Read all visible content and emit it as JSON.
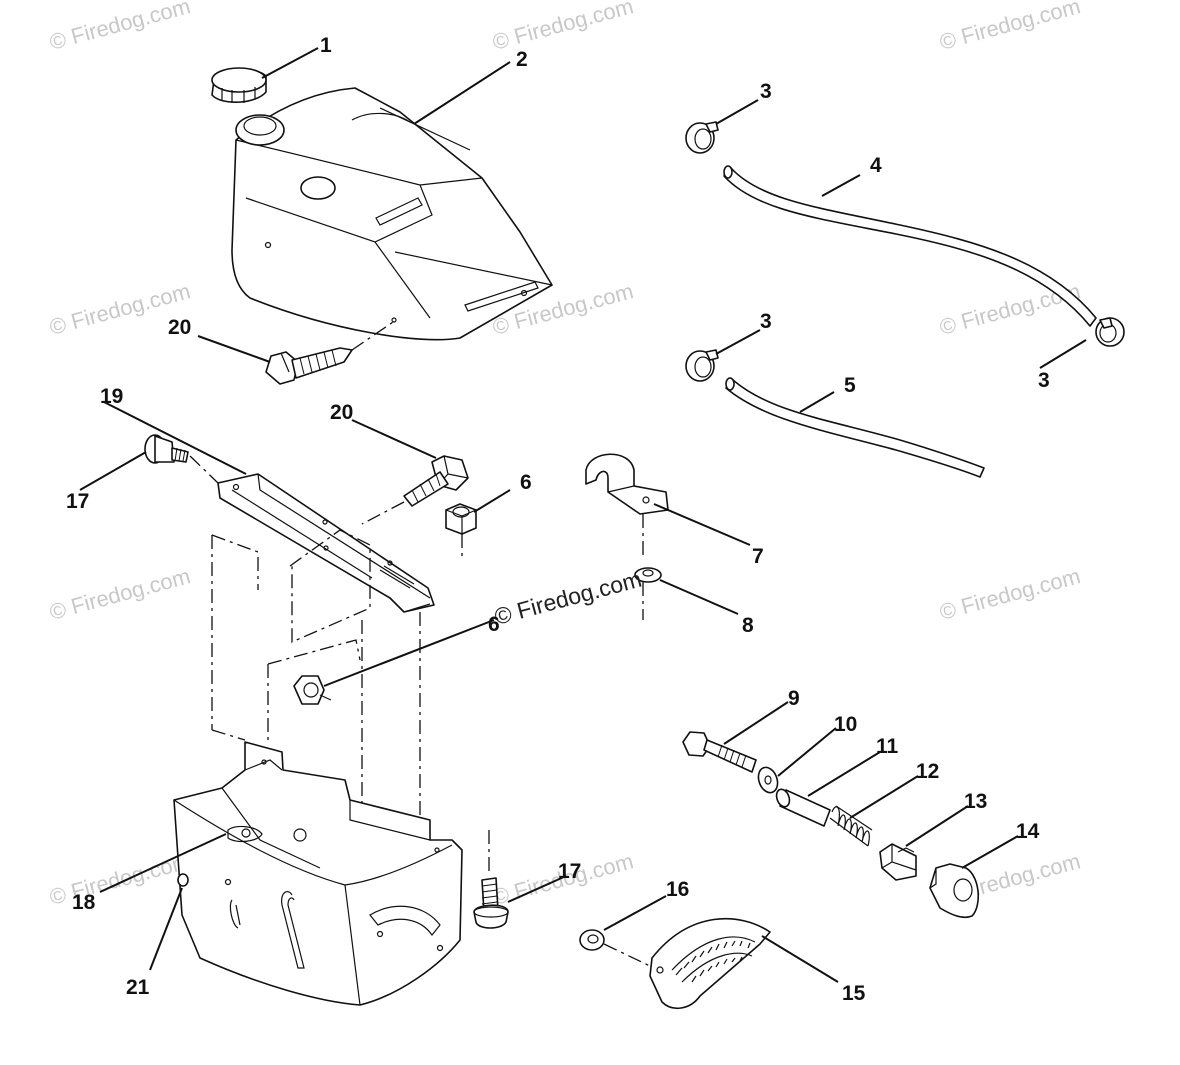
{
  "watermark": {
    "text": "© Firedog.com",
    "center_text": "© Firedog.com"
  },
  "callouts": {
    "c1": "1",
    "c2": "2",
    "c3a": "3",
    "c3b": "3",
    "c3c": "3",
    "c4": "4",
    "c5": "5",
    "c6a": "6",
    "c6b": "6",
    "c7": "7",
    "c8": "8",
    "c9": "9",
    "c10": "10",
    "c11": "11",
    "c12": "12",
    "c13": "13",
    "c14": "14",
    "c15": "15",
    "c16": "16",
    "c17a": "17",
    "c17b": "17",
    "c18": "18",
    "c19": "19",
    "c20a": "20",
    "c20b": "20",
    "c21": "21"
  }
}
